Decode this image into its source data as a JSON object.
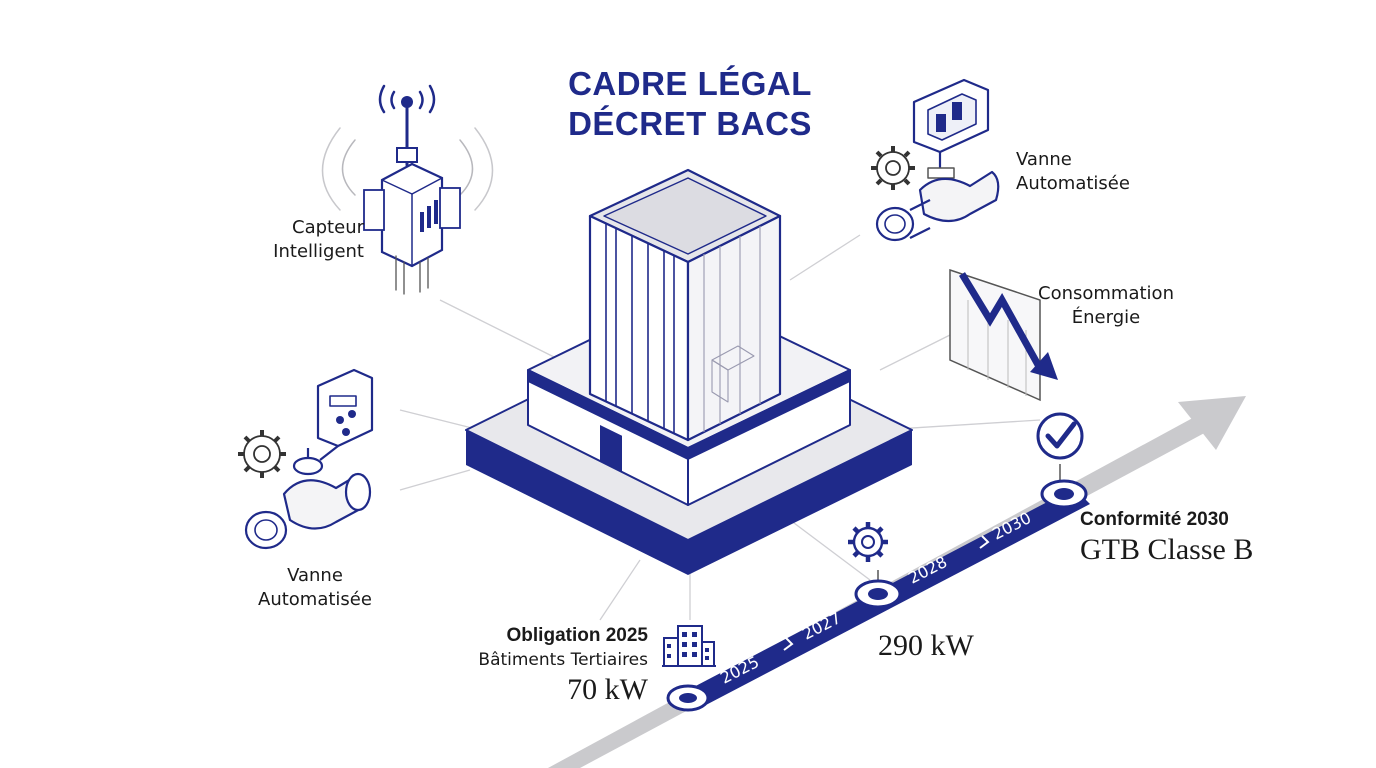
{
  "title": {
    "line1": "CADRE LÉGAL",
    "line2": "DÉCRET BACS"
  },
  "labels": {
    "sensor": {
      "line1": "Capteur",
      "line2": "Intelligent"
    },
    "valve_right": {
      "line1": "Vanne",
      "line2": "Automatisée"
    },
    "valve_left": {
      "line1": "Vanne",
      "line2": "Automatisée"
    },
    "energy": {
      "line1": "Consommation",
      "line2": "Énergie"
    }
  },
  "timeline": {
    "years": [
      "2025",
      "2027",
      "2028",
      "2030"
    ],
    "milestones": [
      {
        "title": "Obligation 2025",
        "subtitle": "Bâtiments Tertiaires",
        "value": "70 kW"
      },
      {
        "value": "290 kW"
      },
      {
        "title": "Conformité 2030",
        "value": "GTB Classe B"
      }
    ]
  },
  "colors": {
    "navy": "#1f2a8a",
    "gray_light": "#e9e9ee",
    "gray_arrow": "#c9c9cc",
    "line": "#c8c8cc"
  },
  "icons": [
    "antenna-sensor-icon",
    "valve-icon",
    "gear-icon",
    "controller-icon",
    "downward-trend-icon",
    "checkmark-icon",
    "office-building-icon"
  ]
}
